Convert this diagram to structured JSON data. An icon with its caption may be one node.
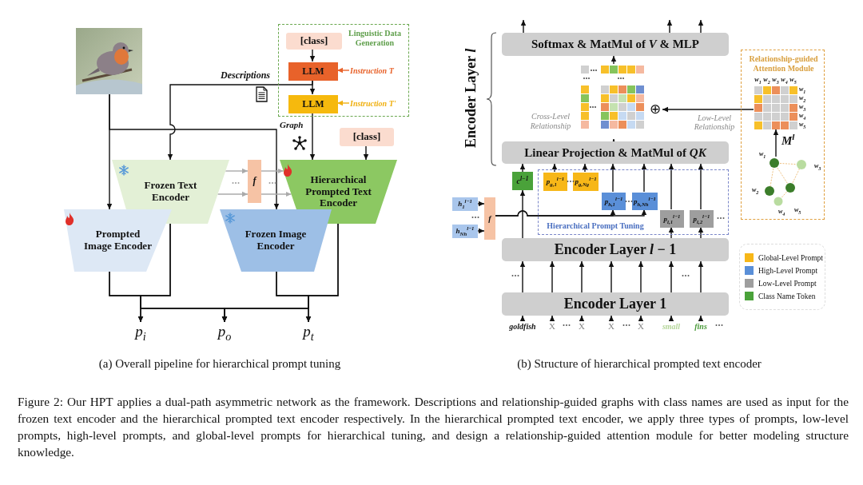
{
  "diagram": {
    "caption": "Figure 2: Our HPT applies a dual-path asymmetric network as the framework. Descriptions and relationship-guided graphs with class names are used as input for the frozen text encoder and the hierarchical prompted text encoder respectively. In the hierarchical prompted text encoder, we apply three types of prompts, low-level prompts, high-level prompts, and global-level prompts for hierarchical tuning, and design a relationship-guided attention module for better modeling structure knowledge.",
    "nodes": [
      {
        "text": [],
        "shape": "picture"
      },
      {
        "text": [
          "Linguistic Data Generation"
        ]
      },
      {
        "text": [
          "[class]"
        ],
        "in": 1
      },
      {
        "text": [
          "LLM"
        ],
        "in": 1
      },
      {
        "text": [
          "LLM"
        ],
        "in": 1
      },
      {
        "text": [
          "Instruction T"
        ],
        "in": 1
      },
      {
        "text": [
          "Instruction T'"
        ],
        "in": 1
      },
      {
        "text": [
          "Frozen Text Encoder"
        ]
      },
      {
        "text": [
          "f"
        ]
      },
      {
        "text": [
          "Hierarchical Prompted Text Encoder"
        ]
      },
      {
        "text": [
          "[class]"
        ]
      },
      {
        "text": [
          "Prompted Image Encoder"
        ]
      },
      {
        "text": [
          "Frozen Image Encoder"
        ]
      },
      {
        "text": [
          "p$_{i}$"
        ]
      },
      {
        "text": [
          "p$_{o}$"
        ]
      },
      {
        "text": [
          "p$_{t}$"
        ]
      },
      {
        "text": [
          "Softmax & MatMul of *V* & MLP"
        ]
      },
      {
        "text": [
          "Linear Projection & MatMul of *QK*"
        ]
      },
      {
        "text": [],
        "shape": "picture"
      },
      {
        "text": [
          "⊕"
        ]
      },
      {
        "text": [
          "Relationship-guided Attention Module"
        ]
      },
      {
        "text": [],
        "shape": "picture",
        "in": 20,
        "beside": [
          "w$_{1}$",
          "w$_{2}$",
          "w$_{3}$",
          "w$_{4}$",
          "w$_{5}$",
          "w$_{1}$",
          "w$_{2}$",
          "w$_{3}$",
          "w$_{4}$",
          "w$_{5}$"
        ]
      },
      {
        "text": [],
        "shape": "picture",
        "in": 20,
        "beside": [
          "w$_{1}$",
          "w$_{3}$",
          "w$_{2}$",
          "w$_{5}$",
          "w$_{4}$"
        ]
      },
      {
        "text": [
          "Hierarchical Prompt Tuning"
        ]
      },
      {
        "text": [
          "c$^{l−1}$"
        ]
      },
      {
        "text": [
          "p$_{g,1}$$^{l−1}$"
        ],
        "in": 23
      },
      {
        "text": [
          "p$_{g,Ng}$$^{l−1}$"
        ],
        "in": 23
      },
      {
        "text": [
          "p$_{h,1}$$^{l−1}$"
        ],
        "in": 23
      },
      {
        "text": [
          "p$_{h,Nh}$$^{l−1}$"
        ],
        "in": 23
      },
      {
        "text": [
          "p$_{l,1}$$^{l−1}$"
        ],
        "in": 23
      },
      {
        "text": [
          "p$_{l,2}$$^{l−1}$"
        ],
        "in": 23
      },
      {
        "text": [
          "h$_{1}$$^{l−1}$"
        ]
      },
      {
        "text": [
          "h$_{Nh}$$^{l−1}$"
        ]
      },
      {
        "text": [
          "f"
        ]
      },
      {
        "text": [
          "Encoder Layer *l* − 1"
        ]
      },
      {
        "text": [
          "Encoder Layer 1"
        ]
      },
      {
        "text": [
          "goldfish"
        ]
      },
      {
        "text": [
          "X"
        ]
      },
      {
        "text": [
          "X"
        ]
      },
      {
        "text": [
          "X"
        ]
      },
      {
        "text": [
          "X"
        ]
      },
      {
        "text": [
          "small"
        ]
      },
      {
        "text": [
          "fins"
        ]
      }
    ],
    "edges": [
      {
        "from": 2,
        "to": 3,
        "arrow": "to"
      },
      {
        "from": 5,
        "to": 3,
        "arrow": "to",
        "color": "#e8622a"
      },
      {
        "from": 3,
        "to": 4,
        "arrow": "to"
      },
      {
        "from": 6,
        "to": 4,
        "arrow": "to",
        "color": "#f0b010"
      },
      {
        "from": 3,
        "to": 7,
        "arrow": "to",
        "label": "Descriptions"
      },
      {
        "from": 4,
        "to": 9,
        "arrow": "to",
        "label": "Graph"
      },
      {
        "from": 10,
        "to": 9,
        "arrow": "to"
      },
      {
        "from": 0,
        "to": 11,
        "arrow": "to"
      },
      {
        "from": 0,
        "to": 12,
        "arrow": "to"
      },
      {
        "from": 7,
        "to": 8,
        "arrow": "to",
        "color": "#aaaaaa"
      },
      {
        "from": 7,
        "to": 8,
        "arrow": "to",
        "color": "#aaaaaa"
      },
      {
        "from": 8,
        "to": 9,
        "arrow": "to",
        "color": "#aaaaaa"
      },
      {
        "from": 8,
        "to": 9,
        "arrow": "to",
        "color": "#aaaaaa"
      },
      {
        "from": 11,
        "to": 13,
        "arrow": "to"
      },
      {
        "from": 7,
        "to": 13,
        "arrow": "to"
      },
      {
        "from": 11,
        "to": 14,
        "arrow": "to"
      },
      {
        "from": 7,
        "to": 14,
        "arrow": "to"
      },
      {
        "from": 12,
        "to": 14,
        "arrow": "to"
      },
      {
        "from": 9,
        "to": 14,
        "arrow": "to"
      },
      {
        "from": 12,
        "to": 15,
        "arrow": "to"
      },
      {
        "from": 9,
        "to": 15,
        "arrow": "to"
      },
      {
        "from": 16,
        "to": null,
        "arrow": "to"
      },
      {
        "from": 16,
        "to": null,
        "arrow": "to"
      },
      {
        "from": 16,
        "to": null,
        "arrow": "to"
      },
      {
        "from": 17,
        "to": 18,
        "arrow": "to"
      },
      {
        "from": 18,
        "to": 16,
        "arrow": "to"
      },
      {
        "from": 21,
        "to": 19,
        "arrow": "to",
        "label": "Low-Level Relationship"
      },
      {
        "from": 22,
        "to": 21,
        "arrow": "to",
        "label": "M$^{l}$"
      },
      {
        "from": 24,
        "to": 17,
        "arrow": "to"
      },
      {
        "from": 25,
        "to": 17,
        "arrow": "to"
      },
      {
        "from": 26,
        "to": 17,
        "arrow": "to"
      },
      {
        "from": 27,
        "to": 17,
        "arrow": "to"
      },
      {
        "from": 28,
        "to": 17,
        "arrow": "to"
      },
      {
        "from": 29,
        "to": 17,
        "arrow": "to"
      },
      {
        "from": 30,
        "to": 17,
        "arrow": "to"
      },
      {
        "from": 31,
        "to": 33,
        "arrow": "to"
      },
      {
        "from": 32,
        "to": 33,
        "arrow": "to"
      },
      {
        "from": 33,
        "to": 27,
        "arrow": "to"
      },
      {
        "from": 33,
        "to": 28,
        "arrow": "to"
      },
      {
        "from": 34,
        "to": 24,
        "arrow": "to"
      },
      {
        "from": 34,
        "to": 29,
        "arrow": "to"
      },
      {
        "from": 34,
        "to": 30,
        "arrow": "to"
      },
      {
        "from": 35,
        "to": 34,
        "arrow": "to"
      },
      {
        "from": 35,
        "to": 34,
        "arrow": "to"
      },
      {
        "from": 35,
        "to": 34,
        "arrow": "to"
      },
      {
        "from": 35,
        "to": 34,
        "arrow": "to"
      },
      {
        "from": 35,
        "to": 34,
        "arrow": "to"
      },
      {
        "from": 35,
        "to": 34,
        "arrow": "to"
      },
      {
        "from": 35,
        "to": 34,
        "arrow": "to"
      },
      {
        "from": 36,
        "to": 35,
        "arrow": "to"
      },
      {
        "from": 37,
        "to": 35,
        "arrow": "to"
      },
      {
        "from": 38,
        "to": 35,
        "arrow": "to"
      },
      {
        "from": 39,
        "to": 35,
        "arrow": "to"
      },
      {
        "from": 40,
        "to": 35,
        "arrow": "to"
      },
      {
        "from": 41,
        "to": 35,
        "arrow": "to"
      },
      {
        "from": 42,
        "to": 35,
        "arrow": "to"
      }
    ],
    "labels": [
      "(a) Overall pipeline for hierarchical prompt tuning",
      "Encoder Layer *l*",
      "Cross-Level Relationship",
      "(b) Structure of hierarchical prompted text encoder"
    ],
    "legend": [
      {
        "text": "Global-Level Prompt",
        "color": "#f7b718"
      },
      {
        "text": "High-Level Prompt",
        "color": "#5a8fd8"
      },
      {
        "text": "Low-Level Prompt",
        "color": "#9e9e9e"
      },
      {
        "text": "Class Name Token",
        "color": "#4aa23a"
      }
    ]
  }
}
